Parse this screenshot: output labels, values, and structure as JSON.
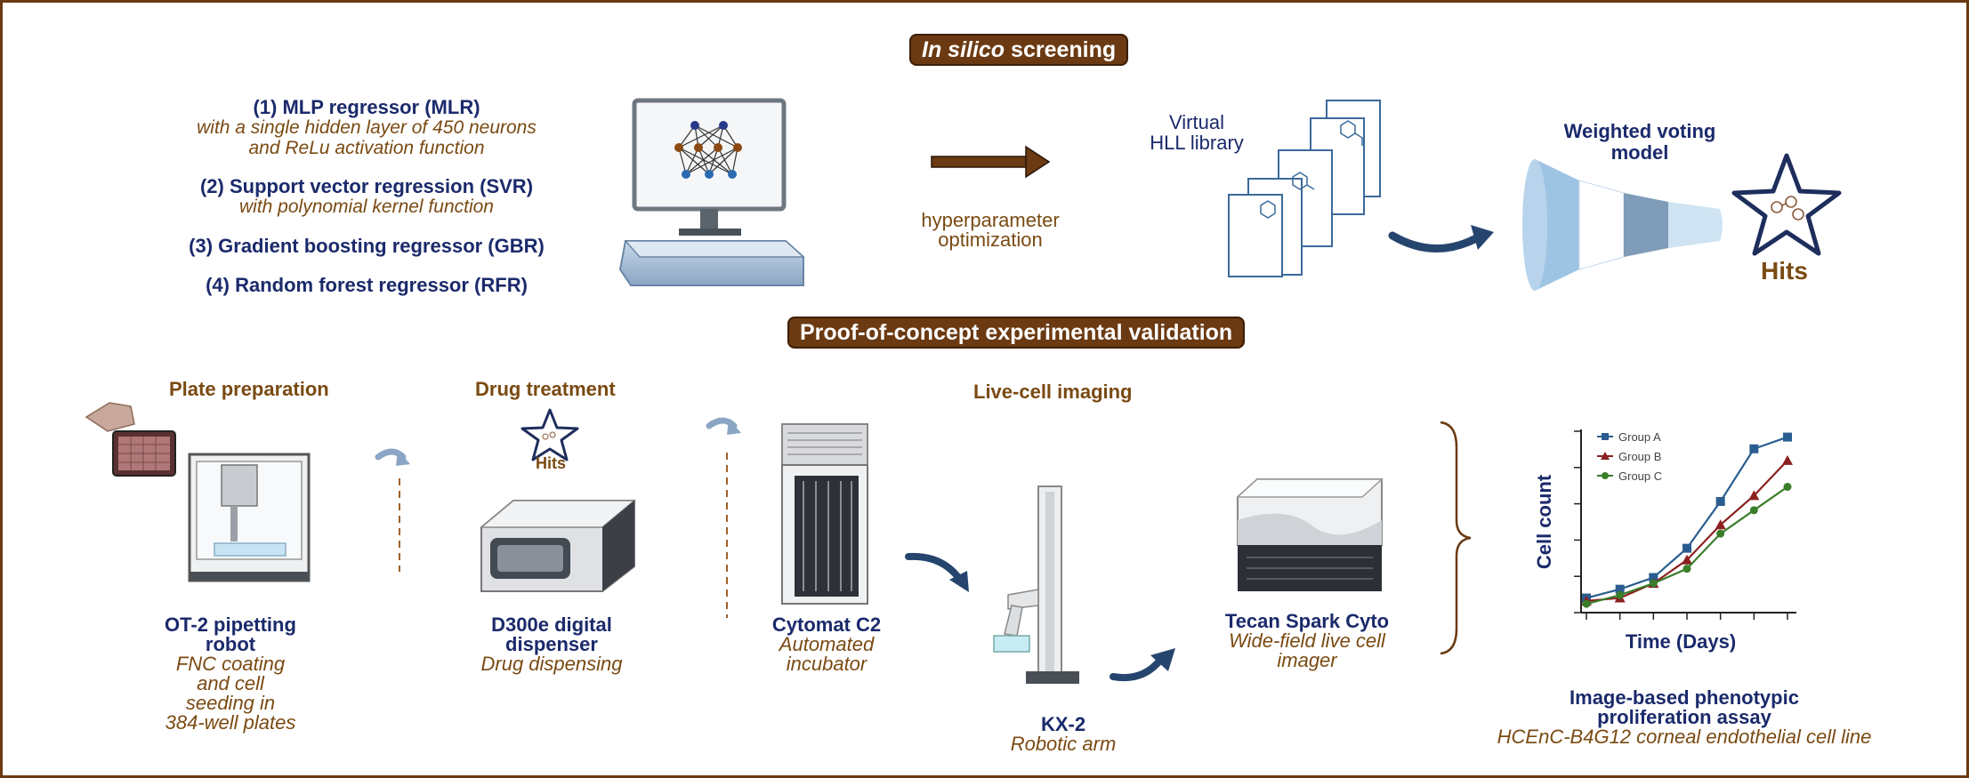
{
  "header": {
    "insilico_italic": "In silico",
    "insilico_rest": " screening",
    "poc": "Proof-of-concept experimental validation"
  },
  "models": [
    {
      "name": "(1) MLP regressor (MLR)",
      "desc1": "with a single hidden layer of 450 neurons",
      "desc2": "and ReLu activation function"
    },
    {
      "name": "(2) Support vector regression (SVR)",
      "desc1": "with polynomial kernel function"
    },
    {
      "name": "(3) Gradient boosting regressor (GBR)"
    },
    {
      "name": "(4) Random forest regressor (RFR)"
    }
  ],
  "hyperparameter": {
    "line1": "hyperparameter",
    "line2": "optimization"
  },
  "library": {
    "line1": "Virtual",
    "line2": "HLL library"
  },
  "voting": {
    "line1": "Weighted voting",
    "line2": "model",
    "hits": "Hits"
  },
  "steps": {
    "plate_prep": "Plate preparation",
    "drug_treatment": "Drug treatment",
    "live_imaging": "Live-cell imaging"
  },
  "hits_small": "Hits",
  "devices": {
    "ot2": {
      "title1": "OT-2 pipetting",
      "title2": "robot",
      "d1": "FNC coating",
      "d2": "and cell",
      "d3": "seeding in",
      "d4": "384-well plates"
    },
    "d300e": {
      "title1": "D300e digital",
      "title2": "dispenser",
      "d1": "Drug dispensing"
    },
    "cytomat": {
      "title1": "Cytomat C2",
      "d1": "Automated",
      "d2": "incubator"
    },
    "kx2": {
      "title1": "KX-2",
      "d1": "Robotic arm"
    },
    "tecan": {
      "title1": "Tecan Spark Cyto",
      "d1": "Wide-field live cell",
      "d2": "imager"
    }
  },
  "assay": {
    "title1": "Image-based phenotypic",
    "title2": "proliferation assay",
    "d1": "HCEnC-B4G12 corneal endothelial cell line"
  },
  "chart_data": {
    "type": "line",
    "xlabel": "Time (Days)",
    "ylabel": "Cell count",
    "x": [
      0,
      1,
      2,
      3,
      4,
      5,
      6
    ],
    "series": [
      {
        "name": "Group A",
        "color": "#2a5d8f",
        "marker": "square",
        "values": [
          5,
          8,
          12,
          22,
          38,
          56,
          60
        ]
      },
      {
        "name": "Group B",
        "color": "#8b2020",
        "marker": "triangle",
        "values": [
          4,
          5,
          10,
          18,
          30,
          40,
          52
        ]
      },
      {
        "name": "Group C",
        "color": "#3a7d2a",
        "marker": "circle",
        "values": [
          3,
          6,
          10,
          15,
          27,
          35,
          43
        ]
      }
    ],
    "ylim": [
      0,
      62
    ],
    "grid": false,
    "legend": "top-left"
  },
  "colors": {
    "brown": "#6b3a12",
    "navy": "#1b2a6b",
    "accent_brown": "#7a4a12"
  }
}
